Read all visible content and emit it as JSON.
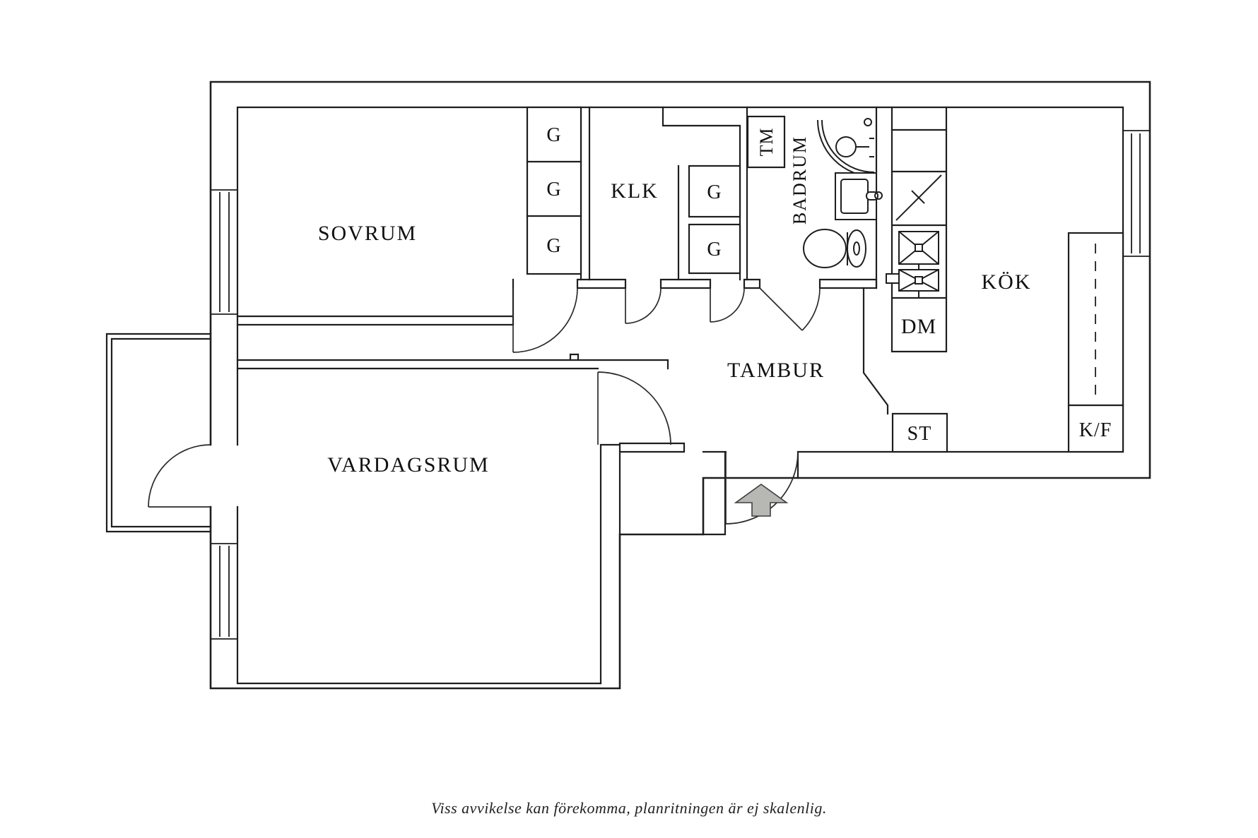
{
  "plan": {
    "rooms": {
      "bedroom": "SOVRUM",
      "walk_in_closet": "KLK",
      "bathroom": "BADRUM",
      "hallway": "TAMBUR",
      "kitchen": "KÖK",
      "living_room": "VARDAGSRUM"
    },
    "labels": {
      "wardrobe": "G",
      "washing_machine": "TM",
      "dishwasher": "DM",
      "storage": "ST",
      "fridge_freezer": "K/F"
    },
    "footer_note": "Viss avvikelse kan förekomma, planritningen är ej skalenlig.",
    "colors": {
      "wall": "#1e1e1e",
      "arrow_fill": "#b7b7b3",
      "arrow_stroke": "#3f3f3f",
      "background": "#ffffff"
    }
  }
}
